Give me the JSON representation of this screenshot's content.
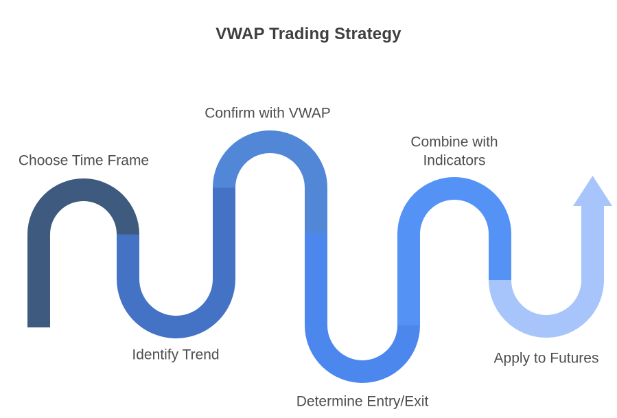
{
  "title": "VWAP Trading Strategy",
  "colors": {
    "background": "#ffffff",
    "title_text": "#3f3f3f",
    "label_text": "#4d4d4d"
  },
  "steps": [
    {
      "label": "Choose Time Frame",
      "color": "#3E5A7F"
    },
    {
      "label": "Identify Trend",
      "color": "#4472C4"
    },
    {
      "label": "Confirm with VWAP",
      "color": "#5287D8"
    },
    {
      "label": "Determine Entry/Exit",
      "color": "#4C87EE"
    },
    {
      "label": "Combine with Indicators",
      "color": "#5592F5"
    },
    {
      "label": "Apply to Futures",
      "color": "#A7C5FA"
    }
  ],
  "arrow": {
    "name": "up-arrow",
    "color": "#A7C5FA"
  }
}
